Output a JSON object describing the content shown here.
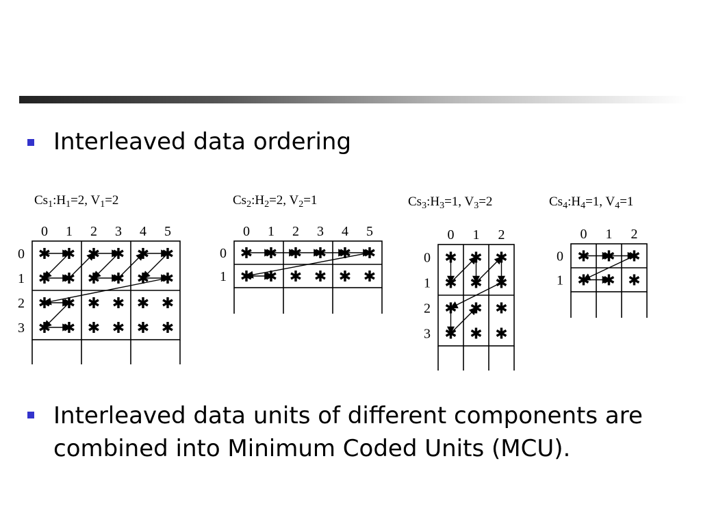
{
  "bullets": [
    {
      "text": "Interleaved data ordering"
    },
    {
      "text": "Interleaved data units of different components are combined into Minimum Coded Units (MCU)."
    }
  ],
  "accent_color": "#3333cc",
  "components": [
    {
      "cs": "Cs",
      "idx": "1",
      "h_sym": "H",
      "h_val": "2",
      "v_sym": "V",
      "v_val": "2",
      "cols": 6,
      "rows": 4
    },
    {
      "cs": "Cs",
      "idx": "2",
      "h_sym": "H",
      "h_val": "2",
      "v_sym": "V",
      "v_val": "1",
      "cols": 6,
      "rows": 2
    },
    {
      "cs": "Cs",
      "idx": "3",
      "h_sym": "H",
      "h_val": "1",
      "v_sym": "V",
      "v_val": "2",
      "cols": 3,
      "rows": 4
    },
    {
      "cs": "Cs",
      "idx": "4",
      "h_sym": "H",
      "h_val": "1",
      "v_sym": "V",
      "v_val": "1",
      "cols": 3,
      "rows": 2
    }
  ],
  "marker_glyph": "✱"
}
